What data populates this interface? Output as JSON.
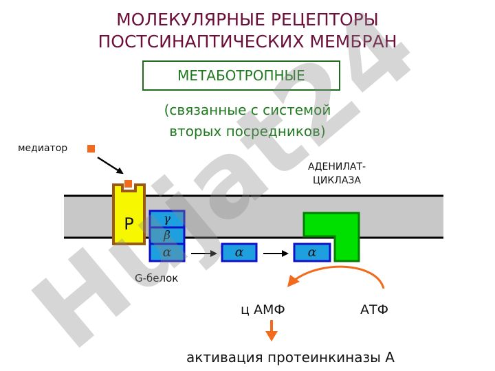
{
  "title": {
    "line1": "МОЛЕКУЛЯРНЫЕ РЕЦЕПТОРЫ",
    "line2": "ПОСТСИНАПТИЧЕСКИХ МЕМБРАН"
  },
  "type_box": "МЕТАБОТРОПНЫЕ",
  "subtitle": {
    "line1": "(связанные с системой",
    "line2": "вторых посредников)"
  },
  "labels": {
    "mediator": "медиатор",
    "adenylate_line1": "АДЕНИЛАТ-",
    "adenylate_line2": "ЦИКЛАЗА",
    "receptor": "Р",
    "gamma": "γ",
    "beta": "β",
    "alpha": "α",
    "g_protein": "G-белок",
    "camp": "ц АМФ",
    "atp": "АТФ",
    "activation": "активация протеинкиназы А"
  },
  "watermark": "Hujat24",
  "colors": {
    "title": "#6b0f3a",
    "green_text": "#1f7a1f",
    "membrane": "#c8c8c8",
    "receptor": "#f7f700",
    "g_subunit_fill": "#1ea0e0",
    "g_subunit_border": "#1010c8",
    "enzyme": "#00e000",
    "enzyme_border": "#008000",
    "arrow_orange": "#f26a1b",
    "mediator": "#f26a1b"
  }
}
